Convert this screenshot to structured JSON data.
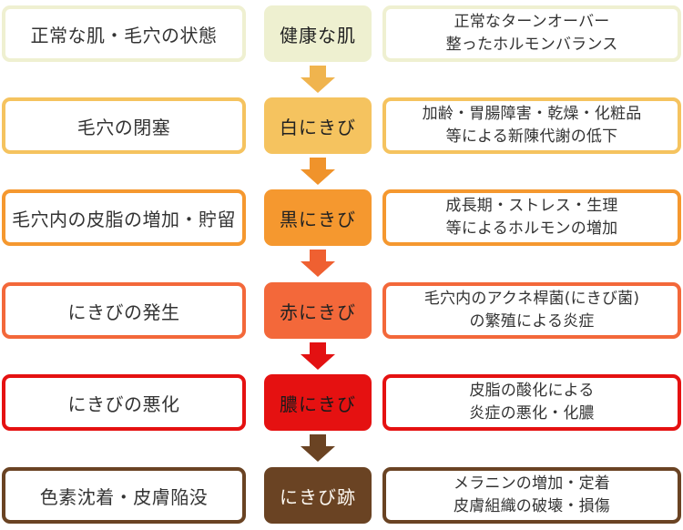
{
  "diagram": {
    "name": "acne-progression-flow",
    "rows": [
      {
        "left": "正常な肌・毛穴の状態",
        "stage": "健康な肌",
        "right_line1": "正常なターンオーバー",
        "right_line2": "整ったホルモンバランス",
        "border_color": "#eff0d1",
        "stage_bg": "#eef0d0",
        "stage_text_color": "#222222"
      },
      {
        "left": "毛穴の閉塞",
        "stage": "白にきび",
        "right_line1": "加齢・胃腸障害・乾燥・化粧品",
        "right_line2": "等による新陳代謝の低下",
        "border_color": "#f5c35f",
        "stage_bg": "#f5c35f",
        "stage_text_color": "#222222"
      },
      {
        "left": "毛穴内の皮脂の増加・貯留",
        "stage": "黒にきび",
        "right_line1": "成長期・ストレス・生理",
        "right_line2": "等によるホルモンの増加",
        "border_color": "#f5982f",
        "stage_bg": "#f5982f",
        "stage_text_color": "#222222"
      },
      {
        "left": "にきびの発生",
        "stage": "赤にきび",
        "right_line1": "毛穴内のアクネ桿菌(にきび菌)",
        "right_line2": "の繁殖による炎症",
        "border_color": "#f3683a",
        "stage_bg": "#f3683a",
        "stage_text_color": "#222222"
      },
      {
        "left": "にきびの悪化",
        "stage": "膿にきび",
        "right_line1": "皮脂の酸化による",
        "right_line2": "炎症の悪化・化膿",
        "border_color": "#e51111",
        "stage_bg": "#e51111",
        "stage_text_color": "#1a1a1a"
      },
      {
        "left": "色素沈着・皮膚陥没",
        "stage": "にきび跡",
        "right_line1": "メラニンの増加・定着",
        "right_line2": "皮膚組織の破壊・損傷",
        "border_color": "#6a4323",
        "stage_bg": "#6a4323",
        "stage_text_color": "#fdf9f2"
      }
    ],
    "arrows": [
      {
        "color": "#f0b44e"
      },
      {
        "color": "#f0932b"
      },
      {
        "color": "#ef6031"
      },
      {
        "color": "#e31112"
      },
      {
        "color": "#6a4323"
      }
    ]
  }
}
